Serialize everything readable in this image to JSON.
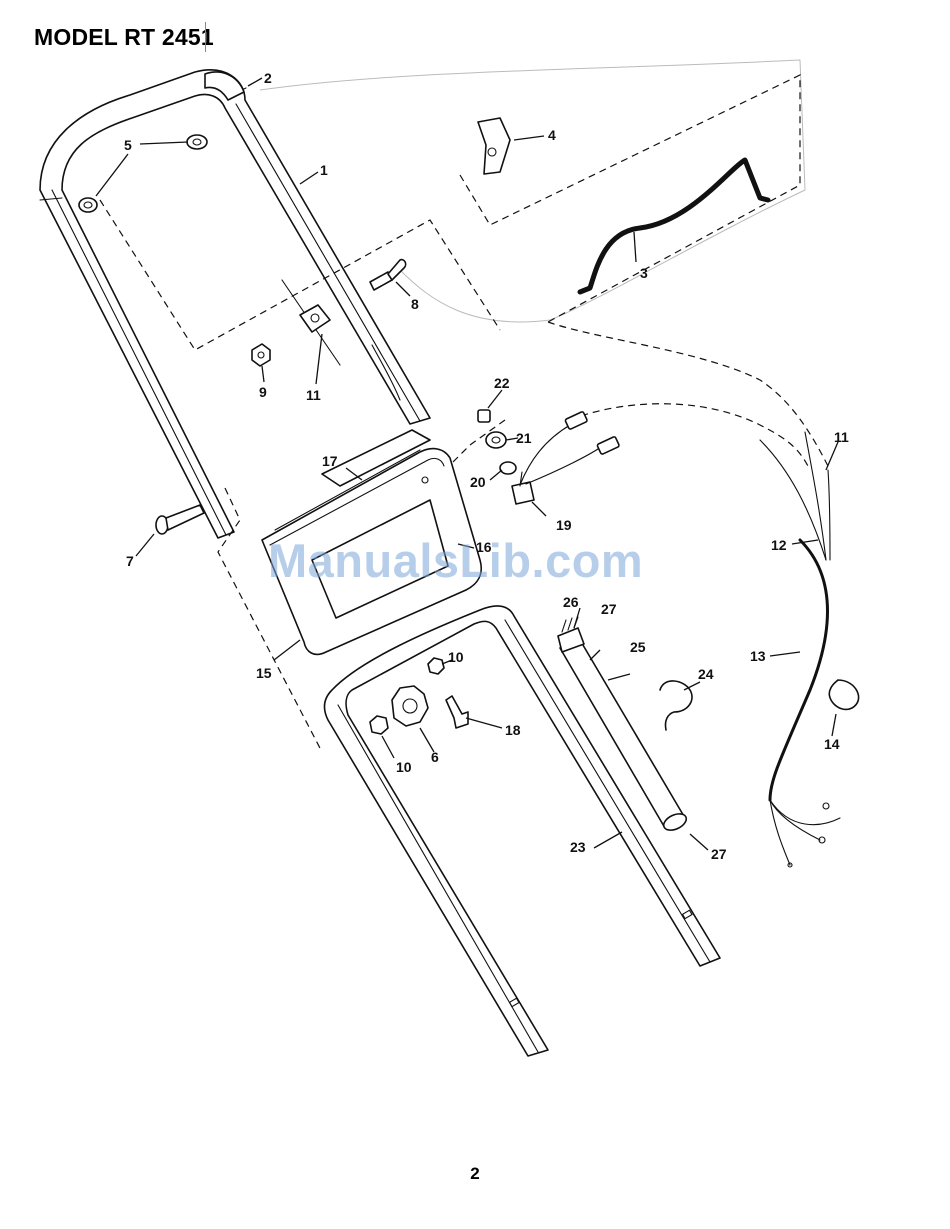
{
  "header": {
    "title": "MODEL RT 2451"
  },
  "watermark": "ManualsLib.com",
  "footer": {
    "page_number": "2"
  },
  "callouts": [
    {
      "label": "1",
      "part": "upper-handle"
    },
    {
      "label": "2",
      "part": "handle-grip"
    },
    {
      "label": "3",
      "part": "control-rod"
    },
    {
      "label": "4",
      "part": "bracket"
    },
    {
      "label": "5",
      "part": "spacer"
    },
    {
      "label": "5",
      "part": "spacer"
    },
    {
      "label": "6",
      "part": "knob"
    },
    {
      "label": "7",
      "part": "bolt"
    },
    {
      "label": "8",
      "part": "carriage-bolt"
    },
    {
      "label": "9",
      "part": "nut"
    },
    {
      "label": "10",
      "part": "washer"
    },
    {
      "label": "10",
      "part": "washer"
    },
    {
      "label": "11",
      "part": "cable"
    },
    {
      "label": "11",
      "part": "cable"
    },
    {
      "label": "12",
      "part": "wire-harness"
    },
    {
      "label": "13",
      "part": "wire-harness"
    },
    {
      "label": "14",
      "part": "cable-tie"
    },
    {
      "label": "15",
      "part": "console"
    },
    {
      "label": "16",
      "part": "console-panel"
    },
    {
      "label": "17",
      "part": "decal"
    },
    {
      "label": "18",
      "part": "bolt"
    },
    {
      "label": "19",
      "part": "switch"
    },
    {
      "label": "20",
      "part": "washer"
    },
    {
      "label": "21",
      "part": "nut"
    },
    {
      "label": "22",
      "part": "cap"
    },
    {
      "label": "23",
      "part": "lower-handle"
    },
    {
      "label": "24",
      "part": "clip"
    },
    {
      "label": "25",
      "part": "tube"
    },
    {
      "label": "26",
      "part": "brush"
    },
    {
      "label": "27",
      "part": "plug"
    },
    {
      "label": "27",
      "part": "plug"
    }
  ]
}
